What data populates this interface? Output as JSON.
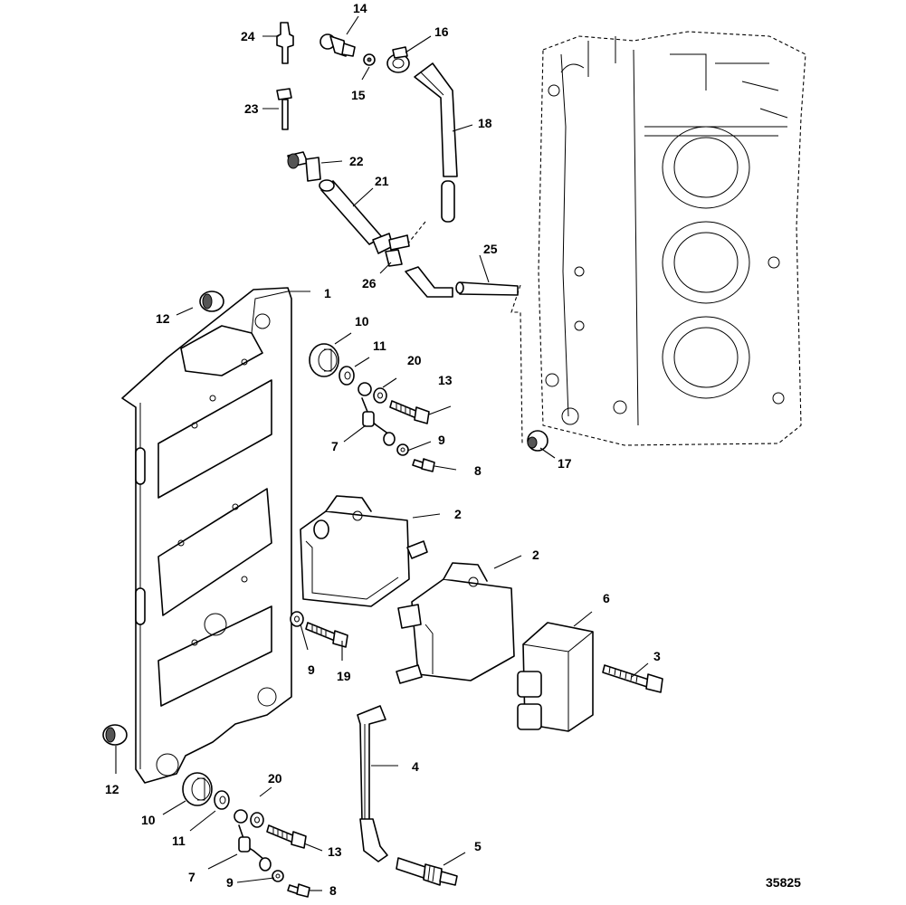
{
  "diagram": {
    "figure_number": "35825",
    "callouts": {
      "c1": "1",
      "c2a": "2",
      "c2b": "2",
      "c3": "3",
      "c4": "4",
      "c5": "5",
      "c6": "6",
      "c7a": "7",
      "c7b": "7",
      "c8a": "8",
      "c8b": "8",
      "c9a": "9",
      "c9b": "9",
      "c9c": "9",
      "c10a": "10",
      "c10b": "10",
      "c11a": "11",
      "c11b": "11",
      "c12a": "12",
      "c12b": "12",
      "c13a": "13",
      "c13b": "13",
      "c14": "14",
      "c15": "15",
      "c16": "16",
      "c17": "17",
      "c18": "18",
      "c19": "19",
      "c20a": "20",
      "c20b": "20",
      "c21": "21",
      "c22": "22",
      "c23": "23",
      "c24": "24",
      "c25": "25",
      "c26": "26"
    }
  }
}
